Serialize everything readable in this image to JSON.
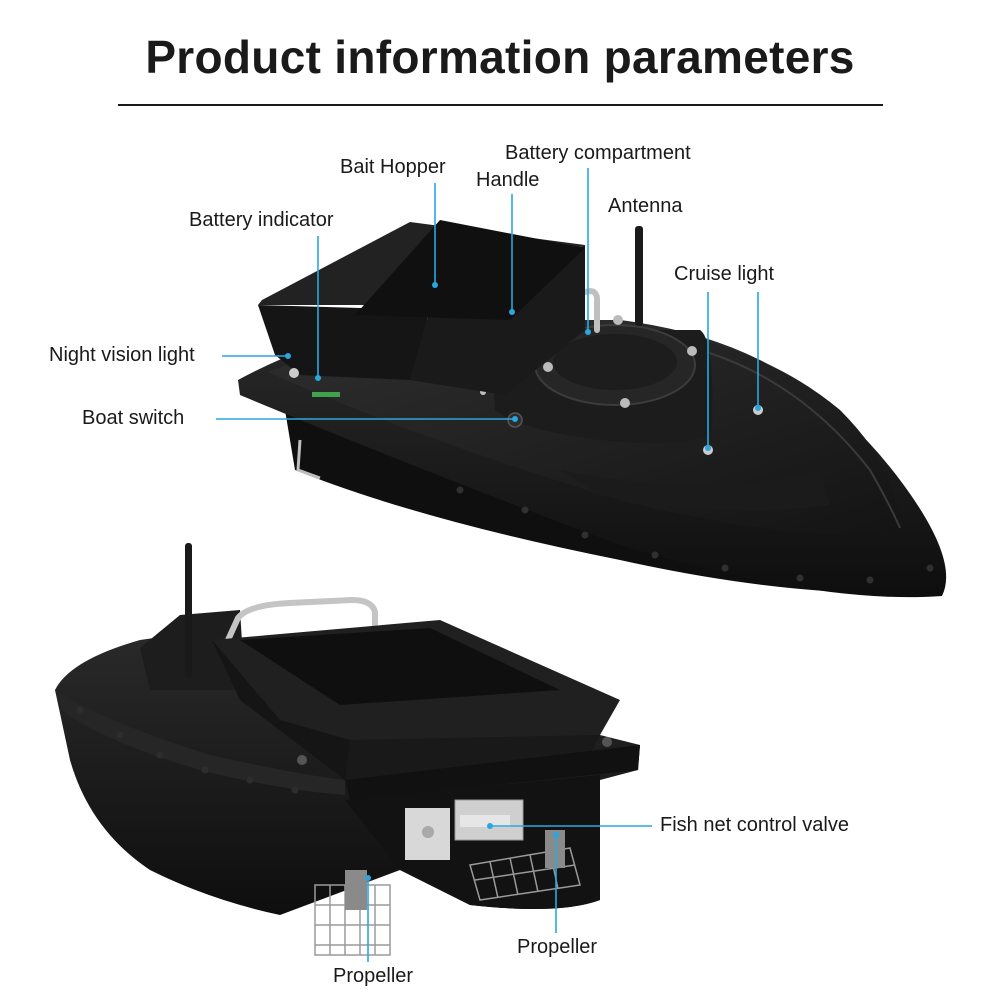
{
  "page": {
    "title": "Product information parameters"
  },
  "colors": {
    "leader_line": "#2aa7df",
    "hull": "#171717",
    "text": "#1a1a1a"
  },
  "labels": {
    "bait_hopper": "Bait Hopper",
    "battery_compartment": "Battery compartment",
    "handle": "Handle",
    "antenna": "Antenna",
    "battery_indicator": "Battery indicator",
    "cruise_light": "Cruise light",
    "night_vision_light": "Night vision light",
    "boat_switch": "Boat switch",
    "fish_net_control_valve": "Fish net control valve",
    "propeller_right": "Propeller",
    "propeller_left": "Propeller"
  }
}
